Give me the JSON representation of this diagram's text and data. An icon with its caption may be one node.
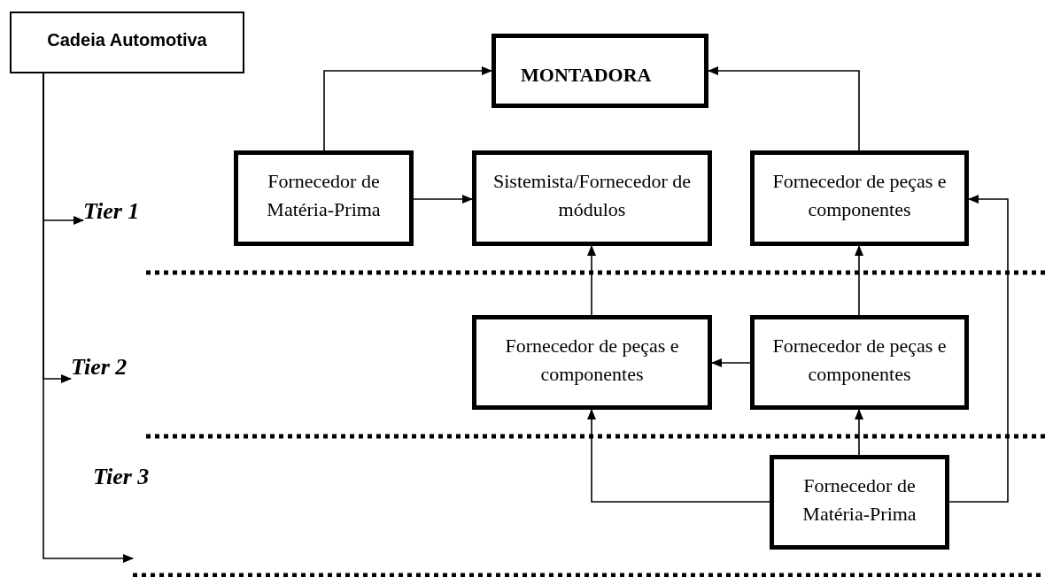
{
  "diagram": {
    "nodes": [
      {
        "text": [
          "Cadeia Automotiva"
        ]
      },
      {
        "text": [
          "MONTADORA"
        ]
      },
      {
        "text": [
          "Fornecedor de Matéria-Prima"
        ]
      },
      {
        "text": [
          "Sistemista/Fornecedor de módulos"
        ]
      },
      {
        "text": [
          "Fornecedor de peças e componentes"
        ]
      },
      {
        "text": [
          "Fornecedor de peças e componentes"
        ]
      },
      {
        "text": [
          "Fornecedor de peças e componentes"
        ]
      },
      {
        "text": [
          "Fornecedor de Matéria-Prima"
        ]
      },
      {
        "text": [
          "Tier 1"
        ]
      },
      {
        "text": [
          "Tier 2"
        ]
      }
    ],
    "edges": [
      {
        "from": 0,
        "to": 8,
        "arrow": "to"
      },
      {
        "from": 0,
        "to": 9,
        "arrow": "to"
      },
      {
        "from": 0,
        "to": null,
        "arrow": "to"
      },
      {
        "from": 2,
        "to": 1,
        "arrow": "to"
      },
      {
        "from": 4,
        "to": 1,
        "arrow": "to"
      },
      {
        "from": 2,
        "to": 3,
        "arrow": "to"
      },
      {
        "from": 5,
        "to": 3,
        "arrow": "to"
      },
      {
        "from": 6,
        "to": 4,
        "arrow": "to"
      },
      {
        "from": 6,
        "to": 5,
        "arrow": "to"
      },
      {
        "from": 7,
        "to": 5,
        "arrow": "to"
      },
      {
        "from": 7,
        "to": 6,
        "arrow": "to"
      },
      {
        "from": 7,
        "to": 4,
        "arrow": "to"
      }
    ],
    "labels": [
      "Tier 3"
    ]
  }
}
